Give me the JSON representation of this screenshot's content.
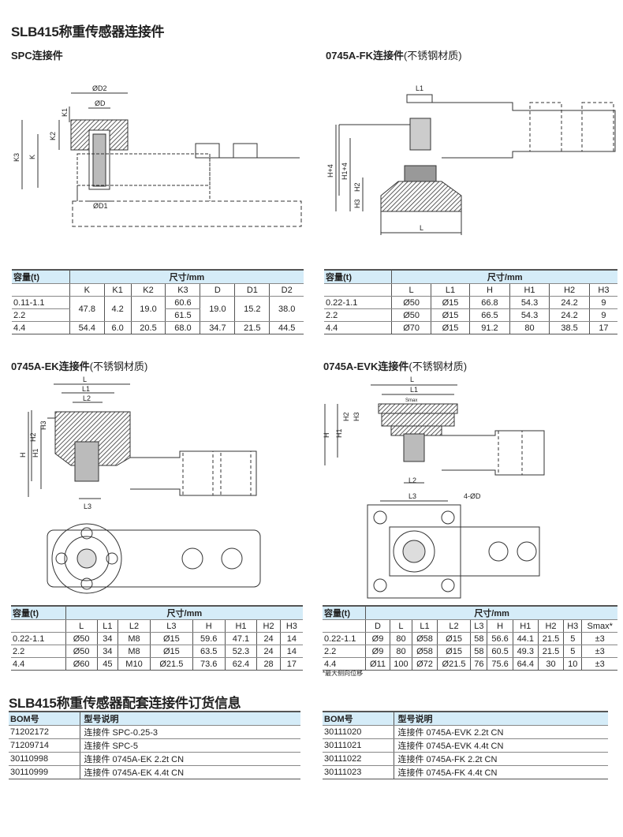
{
  "title": "SLB415称重传感器连接件",
  "sections": {
    "spc": {
      "title": "SPC连接件",
      "material": "",
      "labels": {
        "d2": "ØD2",
        "d": "ØD",
        "k1": "K1",
        "k2": "K2",
        "k": "K",
        "k3": "K3",
        "d1": "ØD1"
      },
      "table": {
        "cap": "容量(t)",
        "dim": "尺寸/mm",
        "cols": [
          "K",
          "K1",
          "K2",
          "K3",
          "D",
          "D1",
          "D2"
        ],
        "rows": [
          [
            "0.11-1.1",
            "47.8",
            "4.2",
            "19.0",
            "60.6",
            "19.0",
            "15.2",
            "38.0"
          ],
          [
            "2.2",
            null,
            null,
            null,
            "61.5",
            null,
            null,
            null
          ],
          [
            "4.4",
            "54.4",
            "6.0",
            "20.5",
            "68.0",
            "34.7",
            "21.5",
            "44.5"
          ]
        ]
      }
    },
    "fk": {
      "title": "0745A-FK连接件",
      "material": "(不锈钢材质)",
      "labels": {
        "l1": "L1",
        "h4": "H+4",
        "h14": "H1+4",
        "h2": "H2",
        "h3": "H3",
        "l": "L"
      },
      "table": {
        "cap": "容量(t)",
        "dim": "尺寸/mm",
        "cols": [
          "L",
          "L1",
          "H",
          "H1",
          "H2",
          "H3"
        ],
        "rows": [
          [
            "0.22-1.1",
            "Ø50",
            "Ø15",
            "66.8",
            "54.3",
            "24.2",
            "9"
          ],
          [
            "2.2",
            "Ø50",
            "Ø15",
            "66.5",
            "54.3",
            "24.2",
            "9"
          ],
          [
            "4.4",
            "Ø70",
            "Ø15",
            "91.2",
            "80",
            "38.5",
            "17"
          ]
        ]
      }
    },
    "ek": {
      "title": "0745A-EK连接件",
      "material": "(不锈钢材质)",
      "labels": {
        "l": "L",
        "l1": "L1",
        "l2": "L2",
        "h3": "H3",
        "h2": "H2",
        "h1": "H1",
        "h": "H",
        "l3": "L3"
      },
      "table": {
        "cap": "容量(t)",
        "dim": "尺寸/mm",
        "cols": [
          "L",
          "L1",
          "L2",
          "L3",
          "H",
          "H1",
          "H2",
          "H3"
        ],
        "rows": [
          [
            "0.22-1.1",
            "Ø50",
            "34",
            "M8",
            "Ø15",
            "59.6",
            "47.1",
            "24",
            "14"
          ],
          [
            "2.2",
            "Ø50",
            "34",
            "M8",
            "Ø15",
            "63.5",
            "52.3",
            "24",
            "14"
          ],
          [
            "4.4",
            "Ø60",
            "45",
            "M10",
            "Ø21.5",
            "73.6",
            "62.4",
            "28",
            "17"
          ]
        ]
      }
    },
    "evk": {
      "title": "0745A-EVK连接件",
      "material": "(不锈钢材质)",
      "labels": {
        "l": "L",
        "l1": "L1",
        "smax": "Smax",
        "h2": "H2",
        "h3": "H3",
        "h1": "H1",
        "h": "H",
        "l2": "L2",
        "l3": "L3",
        "d": "4-ØD"
      },
      "table": {
        "cap": "容量(t)",
        "dim": "尺寸/mm",
        "cols": [
          "D",
          "L",
          "L1",
          "L2",
          "L3",
          "H",
          "H1",
          "H2",
          "H3",
          "Smax*"
        ],
        "rows": [
          [
            "0.22-1.1",
            "Ø9",
            "80",
            "Ø58",
            "Ø15",
            "58",
            "56.6",
            "44.1",
            "21.5",
            "5",
            "±3"
          ],
          [
            "2.2",
            "Ø9",
            "80",
            "Ø58",
            "Ø15",
            "58",
            "60.5",
            "49.3",
            "21.5",
            "5",
            "±3"
          ],
          [
            "4.4",
            "Ø11",
            "100",
            "Ø72",
            "Ø21.5",
            "76",
            "75.6",
            "64.4",
            "30",
            "10",
            "±3"
          ]
        ]
      },
      "note": "*最大侧向位移"
    }
  },
  "order": {
    "title": "SLB415称重传感器配套连接件订货信息",
    "headers": [
      "BOM号",
      "型号说明"
    ],
    "left": [
      [
        "71202172",
        "连接件 SPC-0.25-3"
      ],
      [
        "71209714",
        "连接件 SPC-5"
      ],
      [
        "30110998",
        "连接件 0745A-EK 2.2t CN"
      ],
      [
        "30110999",
        "连接件 0745A-EK 4.4t CN"
      ]
    ],
    "right": [
      [
        "30111020",
        "连接件 0745A-EVK 2.2t CN"
      ],
      [
        "30111021",
        "连接件 0745A-EVK 4.4t CN"
      ],
      [
        "30111022",
        "连接件 0745A-FK 2.2t CN"
      ],
      [
        "30111023",
        "连接件 0745A-FK 4.4t CN"
      ]
    ]
  },
  "colors": {
    "header": "#d5ecf8"
  }
}
